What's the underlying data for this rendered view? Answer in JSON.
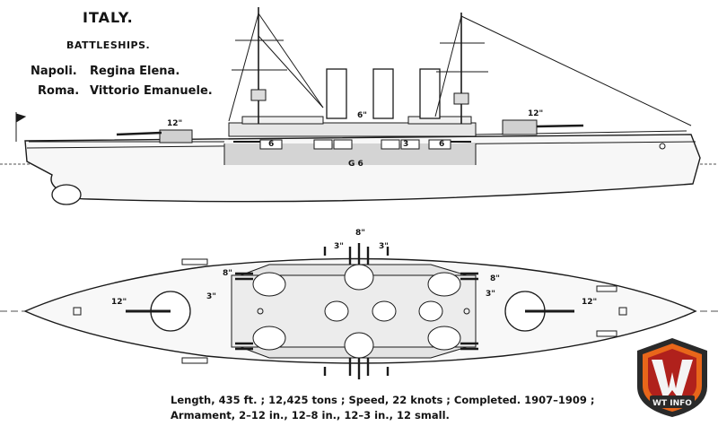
{
  "heading": {
    "country": "ITALY.",
    "ship_type": "BATTLESHIPS.",
    "ships_row1": [
      "Napoli.",
      "Regina Elena."
    ],
    "ships_row2": [
      "Roma.",
      "Vittorio Emanuele."
    ]
  },
  "profile_labels": {
    "fore_main": "12\"",
    "aft_main": "12\"",
    "mid_secondary": "6\"",
    "casemate_left": "6",
    "casemate_mid": "3",
    "casemate_right": "6",
    "waterline_mark": "G 6"
  },
  "plan_labels": {
    "top_8in": "8\"",
    "top_3in_left": "3\"",
    "top_3in_right": "3\"",
    "left_8in": "8\"",
    "left_3in": "3\"",
    "right_8in": "8\"",
    "right_3in": "3\"",
    "bow_12in": "12\"",
    "stern_12in": "12\""
  },
  "caption": {
    "line1": "Length, 435 ft. ; 12,425 tons ; Speed, 22 knots ; Completed. 1907–1909 ;",
    "line2": "Armament, 2–12 in., 12–8 in., 12–3 in., 12 small."
  },
  "logo": {
    "text": "WT INFO",
    "colors": {
      "dark": "#2a2a2a",
      "orange": "#e8661a",
      "red": "#b0211c",
      "light": "#f4f4f4"
    }
  },
  "colors": {
    "ink": "#1a1a1a",
    "hull": "#f7f7f7",
    "shade": "#cfcfcf"
  }
}
